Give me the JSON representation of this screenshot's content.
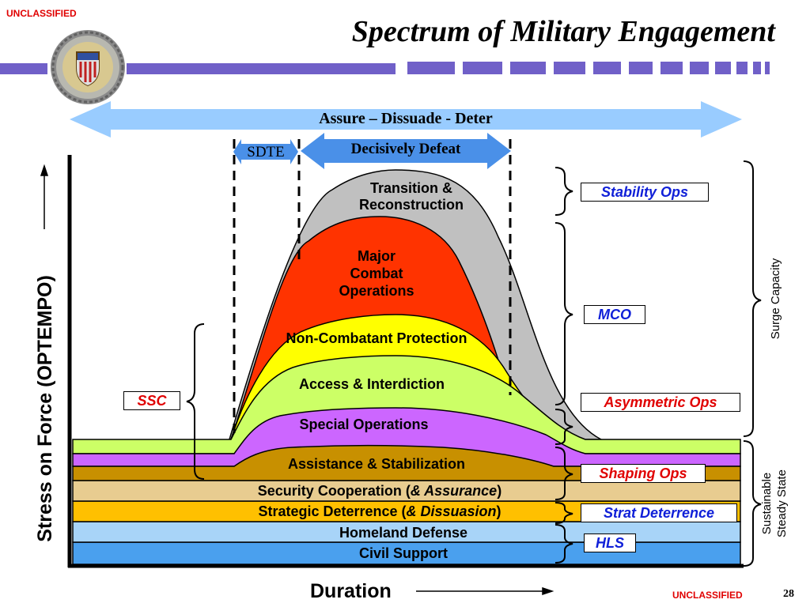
{
  "slide": {
    "classification_top": "UNCLASSIFIED",
    "classification_bottom": "UNCLASSIFIED",
    "title": "Spectrum of Military Engagement",
    "page_number": "28"
  },
  "arrows": {
    "assure": "Assure – Dissuade - Deter",
    "sdte": "SDTE",
    "decisively_defeat": "Decisively Defeat"
  },
  "axes": {
    "y_label": "Stress on Force (OPTEMPO)",
    "x_label": "Duration"
  },
  "layers": {
    "transition_line1": "Transition &",
    "transition_line2": "Reconstruction",
    "mco_line1": "Major",
    "mco_line2": "Combat",
    "mco_line3": "Operations",
    "non_combatant": "Non-Combatant Protection",
    "access": "Access & Interdiction",
    "special_ops": "Special Operations",
    "assistance": "Assistance & Stabilization",
    "security_pre": "Security Cooperation (",
    "security_em": "& Assurance",
    "security_post": ")",
    "strategic_pre": "Strategic Deterrence (",
    "strategic_em": "& Dissuasion",
    "strategic_post": ")",
    "homeland": "Homeland Defense",
    "civil": "Civil Support"
  },
  "boxes": {
    "ssc": "SSC",
    "stability": "Stability Ops",
    "mco": "MCO",
    "asymmetric": "Asymmetric Ops",
    "shaping": "Shaping Ops",
    "strat_deterrence": "Strat Deterrence",
    "hls": "HLS"
  },
  "side_labels": {
    "surge": "Surge Capacity",
    "sustainable_line1": "Sustainable",
    "sustainable_line2": "Steady State"
  },
  "colors": {
    "civil": "#4aa0ee",
    "homeland": "#a8d4f8",
    "strategic": "#ffc000",
    "security": "#e8cc90",
    "assistance": "#c89000",
    "special_ops": "#cc66ff",
    "access": "#ccff66",
    "non_combatant": "#ffff00",
    "mco": "#ff3300",
    "transition": "#c0c0c0",
    "arrow": "#99ccff"
  }
}
